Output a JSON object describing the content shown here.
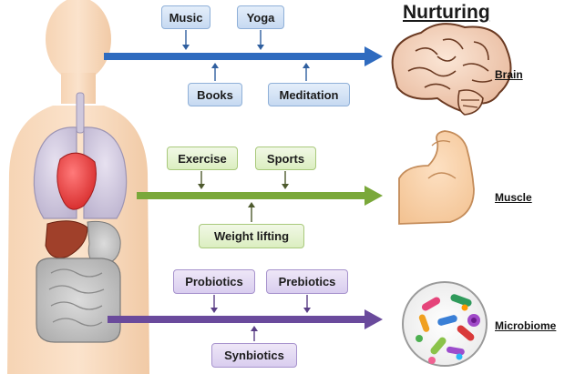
{
  "title": "Nurturing",
  "rows": [
    {
      "organ": "Brain",
      "organ_icon": "brain-icon",
      "color": "#2f6bbf",
      "top": [
        "Music",
        "Yoga"
      ],
      "bottom": [
        "Books",
        "Meditation"
      ]
    },
    {
      "organ": "Muscle",
      "organ_icon": "flexed-arm-icon",
      "color": "#7aa83a",
      "top": [
        "Exercise",
        "Sports"
      ],
      "bottom": [
        "Weight lifting"
      ]
    },
    {
      "organ": "Microbiome",
      "organ_icon": "microbes-icon",
      "color": "#6a4a9c",
      "top": [
        "Probiotics",
        "Prebiotics"
      ],
      "bottom": [
        "Synbiotics"
      ]
    }
  ],
  "figure_icon": "human-body-organs-icon"
}
